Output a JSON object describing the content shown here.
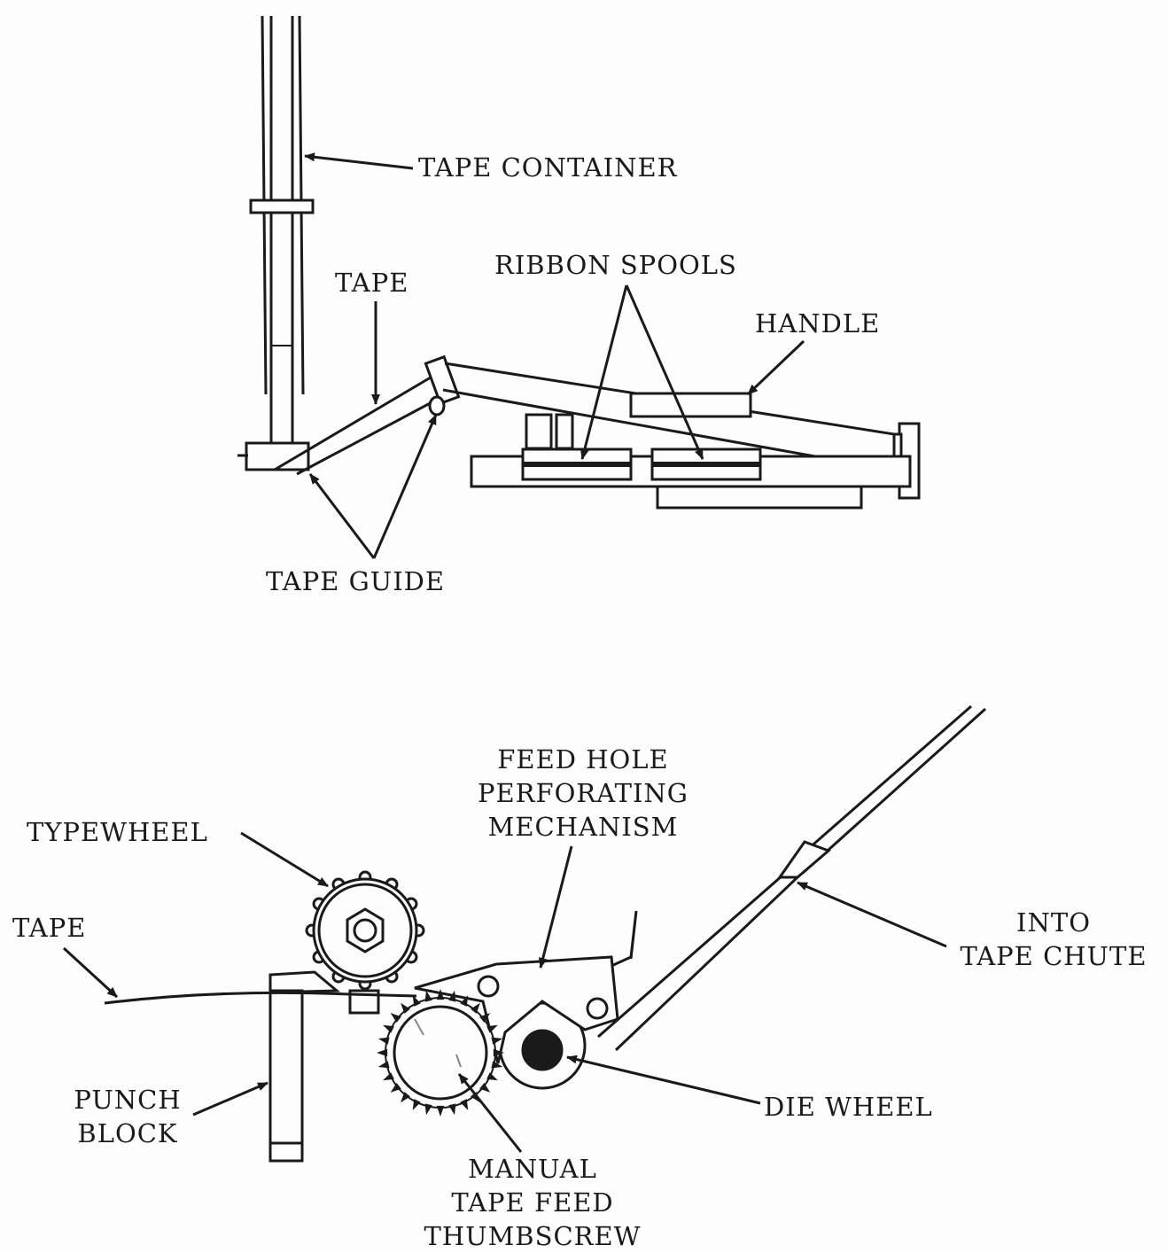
{
  "top_labels": {
    "tape_container": "TAPE CONTAINER",
    "ribbon_spools": "RIBBON SPOOLS",
    "tape": "TAPE",
    "handle": "HANDLE",
    "tape_guide": "TAPE GUIDE"
  },
  "bottom_labels": {
    "feed_hole": [
      "FEED HOLE",
      "PERFORATING",
      "MECHANISM"
    ],
    "typewheel": "TYPEWHEEL",
    "tape": "TAPE",
    "into_chute": [
      "INTO",
      "TAPE CHUTE"
    ],
    "punch_block": [
      "PUNCH",
      "BLOCK"
    ],
    "die_wheel": "DIE WHEEL",
    "thumbscrew": [
      "MANUAL",
      "TAPE FEED",
      "THUMBSCREW"
    ]
  },
  "colors": {
    "ink": "#1a1a1a",
    "paper": "#fdfdfd"
  }
}
